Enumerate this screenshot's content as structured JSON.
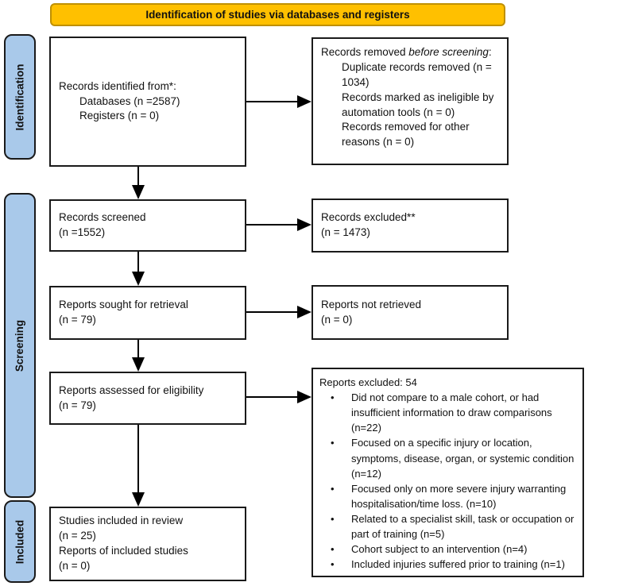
{
  "banner": {
    "label": "Identification of studies via databases and registers"
  },
  "stages": {
    "identification": "Identification",
    "screening": "Screening",
    "included": "Included"
  },
  "colors": {
    "banner_fill": "#FFC000",
    "banner_border": "#BF9000",
    "stage_fill": "#A9C9EA",
    "box_border": "#1A1A1A",
    "arrow": "#000000",
    "background": "#FFFFFF"
  },
  "boxes": {
    "identified": {
      "title": "Records identified from*:",
      "items": [
        "Databases (n =2587)",
        "Registers (n = 0)"
      ]
    },
    "removed": {
      "title_prefix": "Records removed ",
      "title_italic": "before screening",
      "title_suffix": ":",
      "items": [
        "Duplicate records removed (n = 1034)",
        "Records marked as ineligible by automation tools (n = 0)",
        "Records removed for other reasons (n = 0)"
      ]
    },
    "screened": {
      "lines": [
        "Records screened",
        "(n =1552)"
      ]
    },
    "records_excluded": {
      "lines": [
        "Records excluded**",
        "(n = 1473)"
      ]
    },
    "sought": {
      "lines": [
        "Reports sought for retrieval",
        "(n = 79)"
      ]
    },
    "not_retrieved": {
      "lines": [
        "Reports not retrieved",
        "(n = 0)"
      ]
    },
    "assessed": {
      "lines": [
        "Reports assessed for eligibility",
        "(n = 79)"
      ]
    },
    "reports_excluded": {
      "title": "Reports excluded: 54",
      "reasons": [
        "Did not compare to a male cohort, or had insufficient information to draw comparisons (n=22)",
        "Focused on a specific injury or location, symptoms, disease, organ, or systemic condition (n=12)",
        "Focused only on more severe injury warranting hospitalisation/time loss. (n=10)",
        "Related to a specialist skill, task or occupation or part of training (n=5)",
        "Cohort subject to an intervention (n=4)",
        "Included injuries suffered prior to training (n=1)"
      ]
    },
    "included_studies": {
      "lines": [
        "Studies included in review",
        "(n = 25)",
        "Reports of included studies",
        "(n = 0)"
      ]
    }
  }
}
